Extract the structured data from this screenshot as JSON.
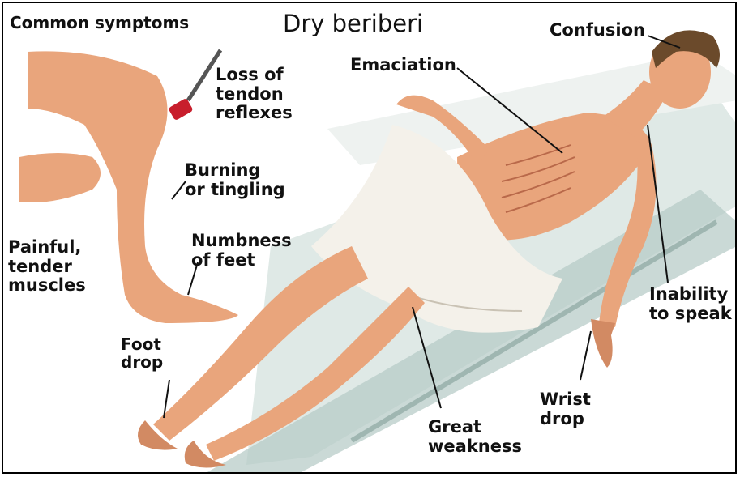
{
  "header": {
    "section_label": "Common symptoms",
    "title": "Dry beriberi"
  },
  "labels": {
    "confusion": "Confusion",
    "emaciation": "Emaciation",
    "loss_reflexes": "Loss of\ntendon\nreflexes",
    "burning": "Burning\nor tingling",
    "numbness": "Numbness\nof feet",
    "painful": "Painful,\ntender\nmuscles",
    "foot_drop": "Foot\ndrop",
    "great_weakness": "Great\nweakness",
    "wrist_drop": "Wrist\ndrop",
    "inability": "Inability\nto speak"
  },
  "colors": {
    "skin": "#e9a57c",
    "skin_shadow": "#b9694a",
    "cloth": "#f4f1ea",
    "bed": "#dfe9e6",
    "bed_shadow": "#b3c9c4",
    "hair": "#6b4a2b",
    "hammer": "#c81e2c",
    "line": "#111111"
  }
}
